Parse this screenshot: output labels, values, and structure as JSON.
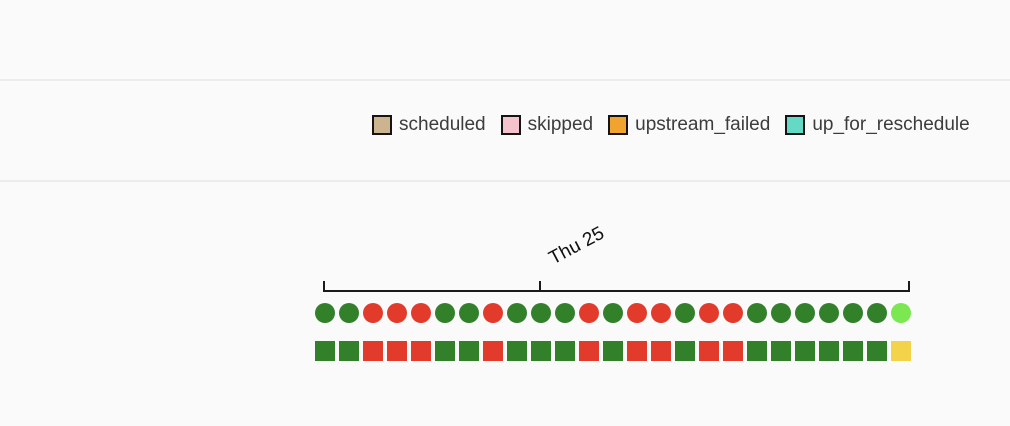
{
  "page": {
    "background": "#FAFAFA",
    "divider_color": "#ECECEC"
  },
  "legend": {
    "swatch_border_color": "#141414",
    "items": [
      {
        "state": "scheduled",
        "label": "scheduled",
        "color": "#CDB48F"
      },
      {
        "state": "skipped",
        "label": "skipped",
        "color": "#F5C3CE"
      },
      {
        "state": "upstream_failed",
        "label": "upstream_failed",
        "color": "#F0A32E"
      },
      {
        "state": "up_for_reschedule",
        "label": "up_for_reschedule",
        "color": "#63DAC6"
      }
    ]
  },
  "timeline": {
    "axis_tick_label": "Thu 25",
    "state_colors": {
      "success": "#33802B",
      "failed": "#E23A2B",
      "running": "#7BE852",
      "up_for_retry": "#F2D349"
    },
    "dag_runs": [
      "success",
      "success",
      "failed",
      "failed",
      "failed",
      "success",
      "success",
      "failed",
      "success",
      "success",
      "success",
      "failed",
      "success",
      "failed",
      "failed",
      "success",
      "failed",
      "failed",
      "success",
      "success",
      "success",
      "success",
      "success",
      "success",
      "running"
    ],
    "task_instances": [
      "success",
      "success",
      "failed",
      "failed",
      "failed",
      "success",
      "success",
      "failed",
      "success",
      "success",
      "success",
      "failed",
      "success",
      "failed",
      "failed",
      "success",
      "failed",
      "failed",
      "success",
      "success",
      "success",
      "success",
      "success",
      "success",
      "up_for_retry"
    ]
  }
}
